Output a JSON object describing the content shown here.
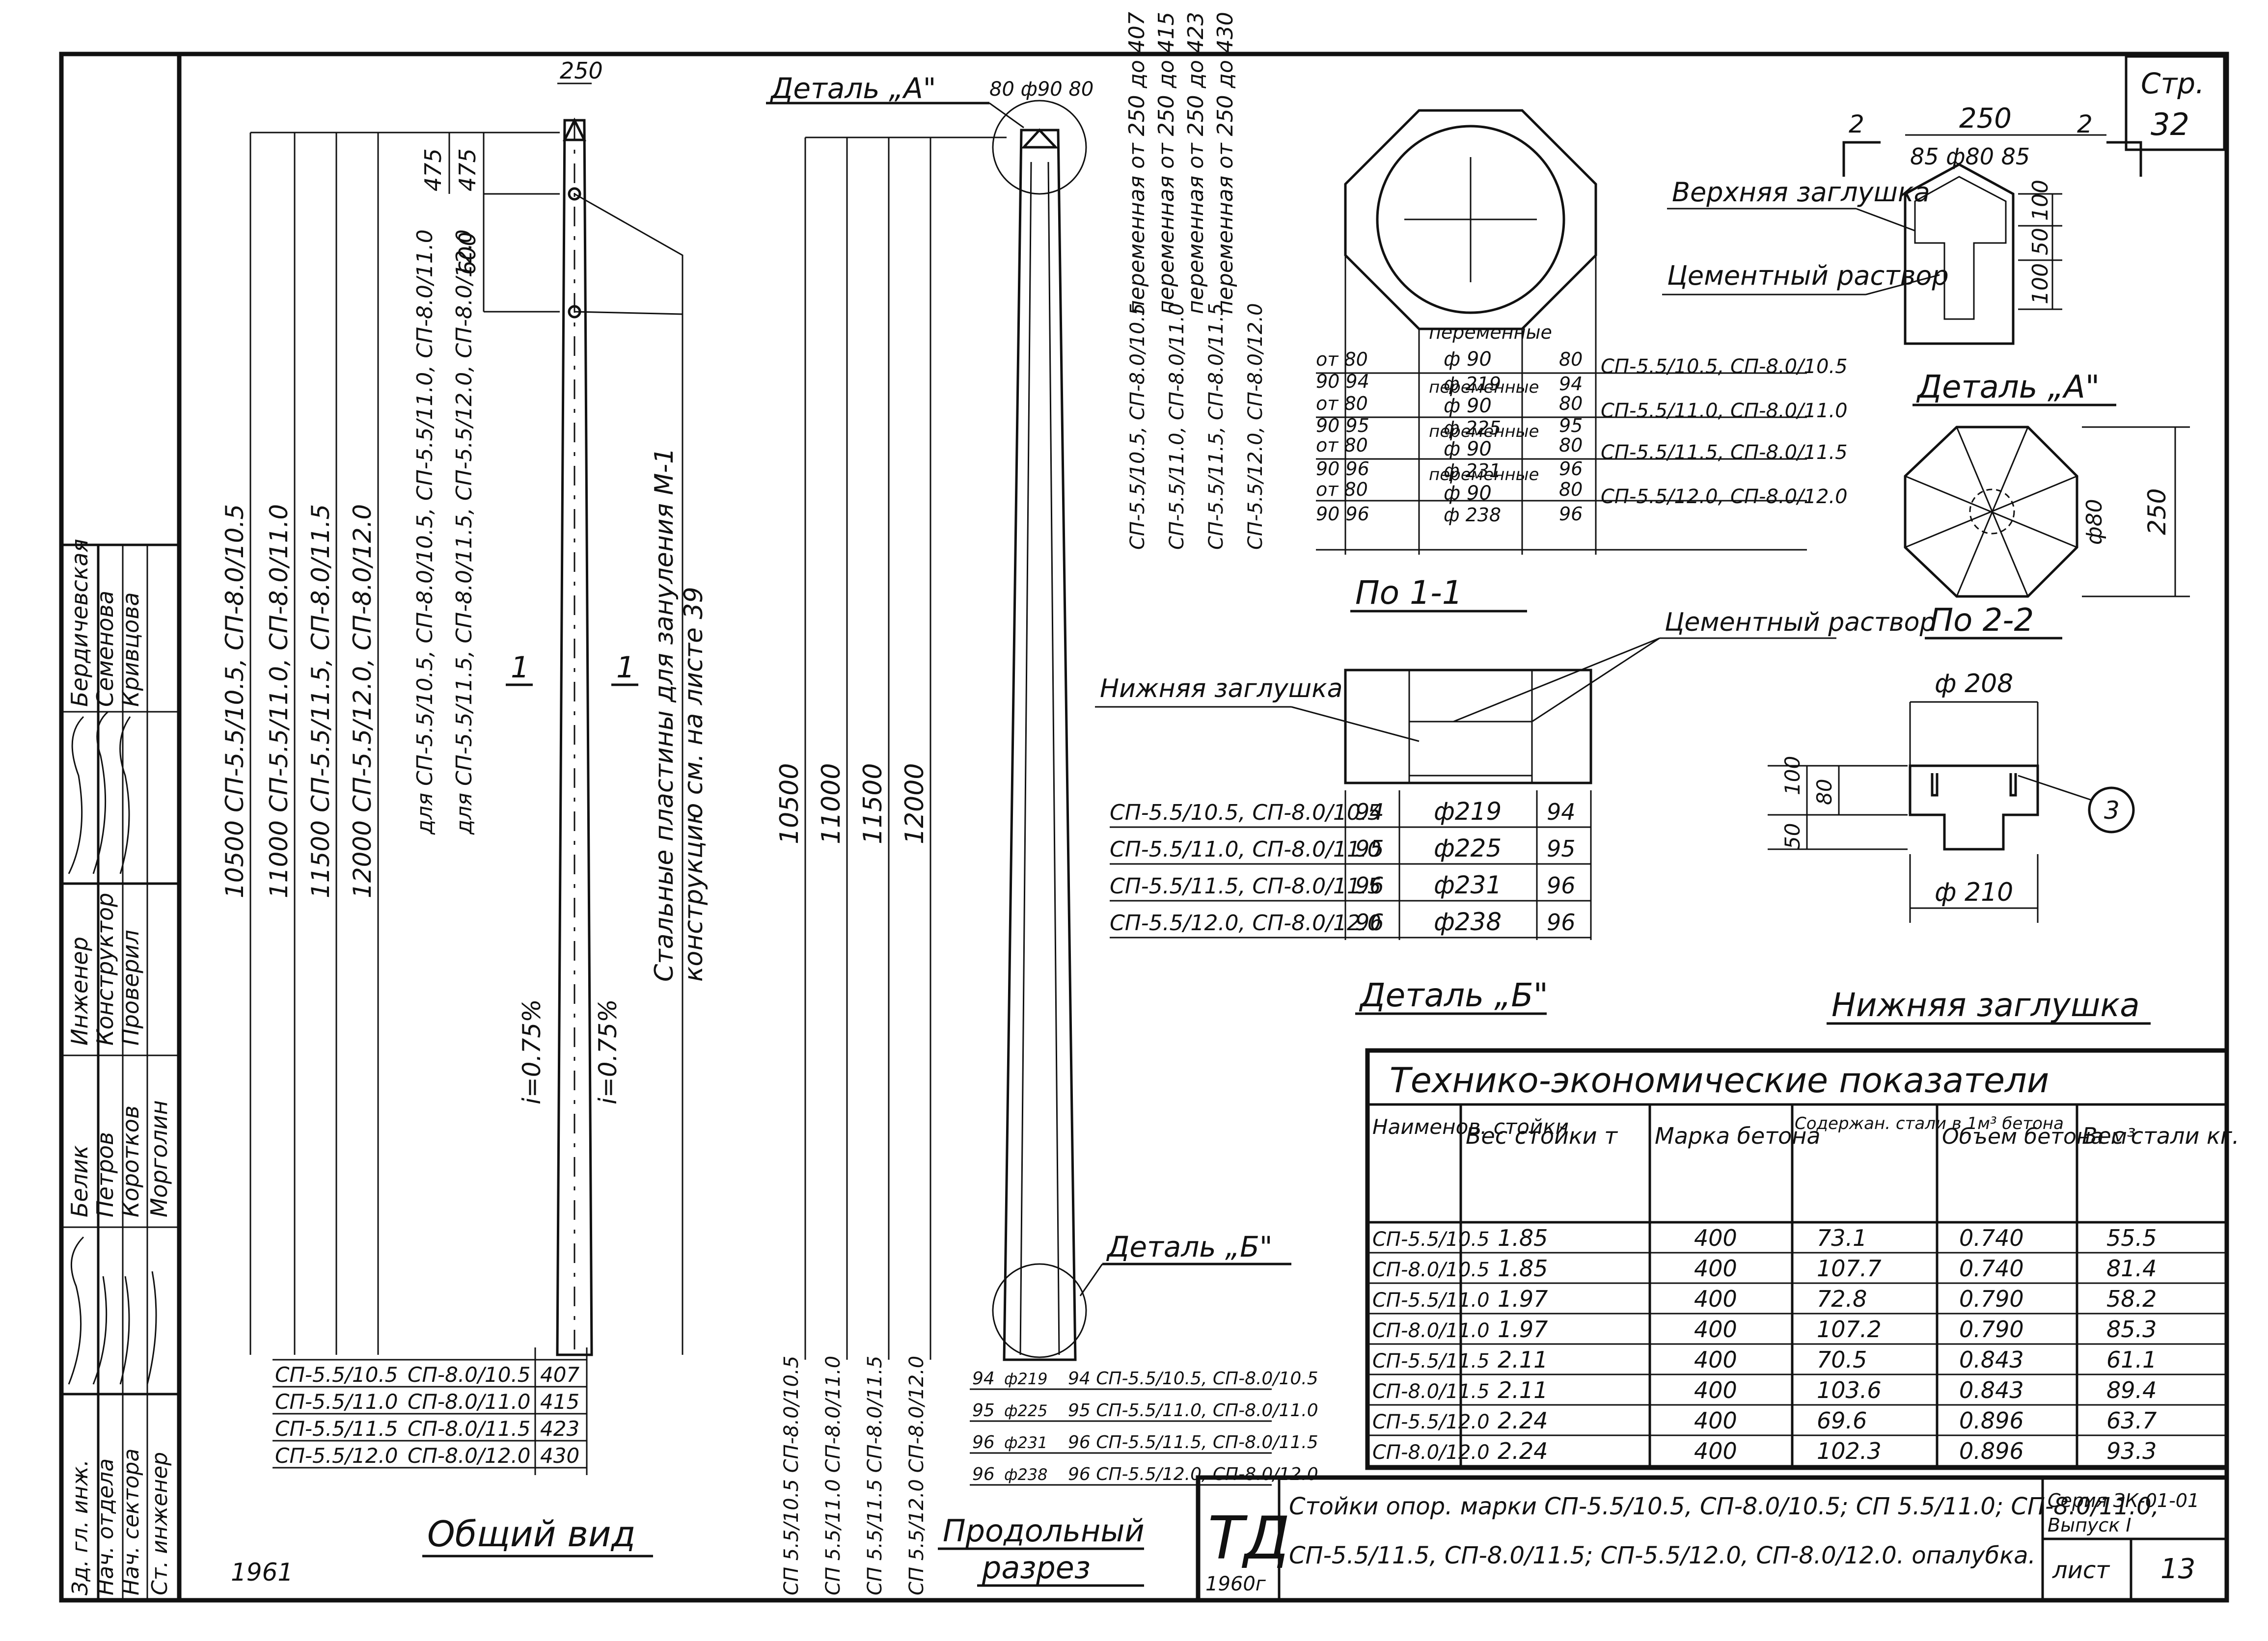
{
  "sheet": {
    "page_label": "Стр.",
    "page_no": "32",
    "series": "Серия ЗК-01-01",
    "issue": "Выпуск I",
    "list_label": "лист",
    "list_no": "13",
    "td_mark": "ТД",
    "td_year": "1960г",
    "year": "1961",
    "title_line1": "Стойки опор. марки СП-5.5/10.5, СП-8.0/10.5; СП 5.5/11.0; СП-8.0/11.0,",
    "title_line2": "СП-5.5/11.5, СП-8.0/11.5; СП-5.5/12.0, СП-8.0/12.0. опалубка."
  },
  "stamp": {
    "roles_left": [
      "Зд. гл. инж.",
      "Нач. отдела",
      "Нач. сектора",
      "Ст. инженер"
    ],
    "names_left": [
      "Белик",
      "Петров",
      "Коротков",
      "Морголин"
    ],
    "roles_right": [
      "Инженер",
      "Конструктор",
      "Проверил"
    ],
    "names_right": [
      "Бердичевская",
      "Семенова",
      "Кривцова"
    ]
  },
  "general_view": {
    "title": "Общий вид",
    "top_width": "250",
    "dim_top": "475",
    "dim_mid": "600",
    "lengths": [
      "10500 СП-5.5/10.5, СП-8.0/10.5",
      "11000 СП-5.5/11.0, СП-8.0/11.0",
      "11500 СП-5.5/11.5, СП-8.0/11.5",
      "12000 СП-5.5/12.0, СП-8.0/12.0"
    ],
    "note_a": "для СП-5.5/10.5, СП-8.0/10.5, СП-5.5/11.0, СП-8.0/11.0",
    "note_b": "для СП-5.5/11.5, СП-8.0/11.5, СП-5.5/12.0, СП-8.0/12.0",
    "slope_a": "i=0.75%",
    "slope_b": "i=0.75%",
    "section_mark": "1",
    "plates_note_1": "Стальные пластины для зануления М-1",
    "plates_note_2": "конструкцию см. на листе 39",
    "bottom_rows": [
      {
        "a": "СП-5.5/10.5",
        "b": "СП-8.0/10.5",
        "w": "407"
      },
      {
        "a": "СП-5.5/11.0",
        "b": "СП-8.0/11.0",
        "w": "415"
      },
      {
        "a": "СП-5.5/11.5",
        "b": "СП-8.0/11.5",
        "w": "423"
      },
      {
        "a": "СП-5.5/12.0",
        "b": "СП-8.0/12.0",
        "w": "430"
      }
    ]
  },
  "long_section": {
    "title_1": "Продольный",
    "title_2": "разрез",
    "detail_a": "Деталь „А\"",
    "detail_b": "Деталь „Б\"",
    "top_dims": "80 ф90 80",
    "lengths": [
      "10500",
      "11000",
      "11500",
      "12000"
    ],
    "bottom_rows": [
      {
        "a": "94",
        "d": "ф219",
        "c": "94 СП-5.5/10.5, СП-8.0/10.5"
      },
      {
        "a": "95",
        "d": "ф225",
        "c": "95 СП-5.5/11.0, СП-8.0/11.0"
      },
      {
        "a": "96",
        "d": "ф231",
        "c": "96 СП-5.5/11.5, СП-8.0/11.5"
      },
      {
        "a": "96",
        "d": "ф238",
        "c": "96 СП-5.5/12.0, СП-8.0/12.0"
      }
    ],
    "left_labels": [
      "СП 5.5/10.5 СП-8.0/10.5",
      "СП 5.5/11.0 СП-8.0/11.0",
      "СП 5.5/11.5 СП-8.0/11.5",
      "СП 5.5/12.0 СП-8.0/12.0"
    ]
  },
  "section_1_1": {
    "title": "По 1-1",
    "vertical_notes": [
      "переменная от 250 до 407",
      "переменная от 250 до 415",
      "переменная от 250 до 423",
      "переменная от 250 до 430"
    ],
    "left_marks": [
      "СП-5.5/10.5, СП-8.0/10.5",
      "СП-5.5/11.0, СП-8.0/11.0",
      "СП-5.5/11.5, СП-8.0/11.5",
      "СП-5.5/12.0, СП-8.0/12.0"
    ],
    "rows": [
      {
        "l1": "от 80",
        "l2": "90 94",
        "mid1": "переменные",
        "mid2": "ф 90",
        "mid3": "ф 219",
        "r1": "80",
        "r2": "94",
        "mark": "СП-5.5/10.5, СП-8.0/10.5"
      },
      {
        "l1": "от 80",
        "l2": "90 95",
        "mid1": "переменные",
        "mid2": "ф 90",
        "mid3": "ф 225",
        "r1": "80",
        "r2": "95",
        "mark": "СП-5.5/11.0, СП-8.0/11.0"
      },
      {
        "l1": "от 80",
        "l2": "90 96",
        "mid1": "переменные",
        "mid2": "ф 90",
        "mid3": "ф 231",
        "r1": "80",
        "r2": "96",
        "mark": "СП-5.5/11.5, СП-8.0/11.5"
      },
      {
        "l1": "от 80",
        "l2": "90 96",
        "mid1": "переменные",
        "mid2": "ф 90",
        "mid3": "ф 238",
        "r1": "80",
        "r2": "96",
        "mark": "СП-5.5/12.0, СП-8.0/12.0"
      }
    ]
  },
  "detail_a": {
    "title": "Деталь „А\"",
    "width": "250",
    "sub_dims": "85 ф80 85",
    "cut": "2",
    "top_plug": "Верхняя заглушка",
    "cement_1": "Цементный раствор",
    "right_dims": [
      "100",
      "50",
      "100"
    ]
  },
  "section_2_2": {
    "title": "По 2-2",
    "dia": "ф80",
    "size": "250"
  },
  "detail_b": {
    "title": "Деталь „Б\"",
    "bottom_plug": "Нижняя заглушка",
    "cement": "Цементный раствор",
    "rows": [
      {
        "mark": "СП-5.5/10.5, СП-8.0/10.5",
        "a": "94",
        "d": "ф219",
        "b": "94"
      },
      {
        "mark": "СП-5.5/11.0, СП-8.0/11.0",
        "a": "95",
        "d": "ф225",
        "b": "95"
      },
      {
        "mark": "СП-5.5/11.5, СП-8.0/11.5",
        "a": "96",
        "d": "ф231",
        "b": "96"
      },
      {
        "mark": "СП-5.5/12.0, СП-8.0/12.0",
        "a": "96",
        "d": "ф238",
        "b": "96"
      }
    ]
  },
  "bottom_plug": {
    "title": "Нижняя заглушка",
    "top_dia": "ф 208",
    "bottom_dia": "ф 210",
    "dims": [
      "100",
      "80",
      "50"
    ],
    "callout": "3"
  },
  "tech_table": {
    "title": "Технико-экономические показатели",
    "headers": [
      "Наименов. стойки",
      "Вес стойки т",
      "Марка бетона",
      "Содержан. стали в 1м³ бетона",
      "Объем бетона м³",
      "Вес стали кг."
    ],
    "rows": [
      [
        "СП-5.5/10.5",
        "1.85",
        "400",
        "73.1",
        "0.740",
        "55.5"
      ],
      [
        "СП-8.0/10.5",
        "1.85",
        "400",
        "107.7",
        "0.740",
        "81.4"
      ],
      [
        "СП-5.5/11.0",
        "1.97",
        "400",
        "72.8",
        "0.790",
        "58.2"
      ],
      [
        "СП-8.0/11.0",
        "1.97",
        "400",
        "107.2",
        "0.790",
        "85.3"
      ],
      [
        "СП-5.5/11.5",
        "2.11",
        "400",
        "70.5",
        "0.843",
        "61.1"
      ],
      [
        "СП-8.0/11.5",
        "2.11",
        "400",
        "103.6",
        "0.843",
        "89.4"
      ],
      [
        "СП-5.5/12.0",
        "2.24",
        "400",
        "69.6",
        "0.896",
        "63.7"
      ],
      [
        "СП-8.0/12.0",
        "2.24",
        "400",
        "102.3",
        "0.896",
        "93.3"
      ]
    ]
  }
}
